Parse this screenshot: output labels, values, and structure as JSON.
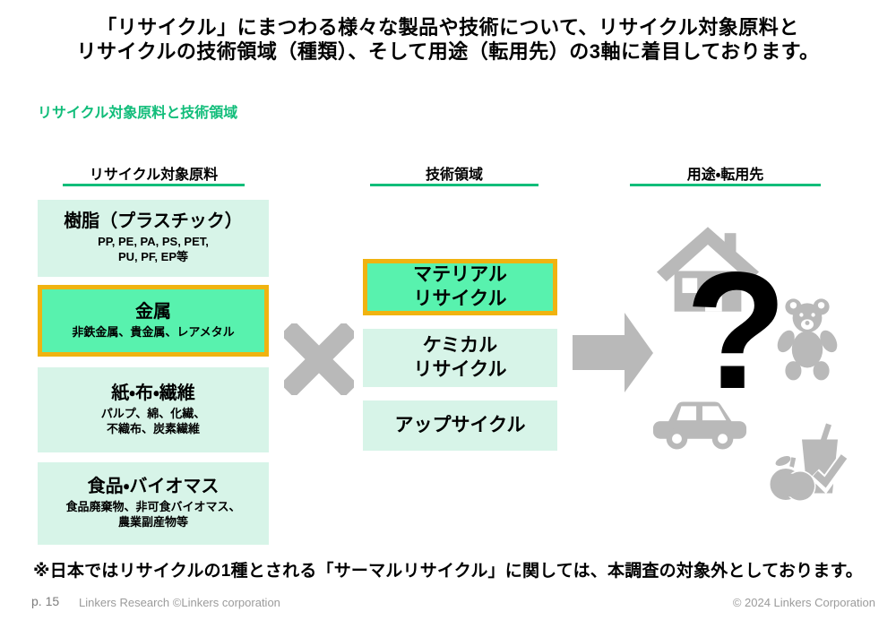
{
  "title": {
    "line1": "「リサイクル」にまつわる様々な製品や技術について、リサイクル対象原料と",
    "line2": "リサイクルの技術領域（種類）、そして用途（転用先）の3軸に着目しております。"
  },
  "section_label": "リサイクル対象原料と技術領域",
  "columns": {
    "materials": {
      "header": "リサイクル対象原料",
      "boxes": [
        {
          "title": "樹脂（プラスチック）",
          "sub_lines": [
            "PP, PE, PA, PS, PET,",
            "PU, PF, EP等"
          ],
          "highlighted": false
        },
        {
          "title": "金属",
          "sub_lines": [
            "非鉄金属、貴金属、レアメタル"
          ],
          "highlighted": true
        },
        {
          "title": "紙・布・繊維",
          "sub_lines": [
            "パルプ、綿、化繊、",
            "不織布、炭素繊維"
          ],
          "highlighted": false
        },
        {
          "title": "食品・バイオマス",
          "sub_lines": [
            "食品廃棄物、非可食バイオマス、",
            "農業副産物等"
          ],
          "highlighted": false
        }
      ]
    },
    "technologies": {
      "header": "技術領域",
      "boxes": [
        {
          "lines": [
            "マテリアル",
            "リサイクル"
          ],
          "highlighted": true
        },
        {
          "lines": [
            "ケミカル",
            "リサイクル"
          ],
          "highlighted": false
        },
        {
          "lines": [
            "アップサイクル"
          ],
          "highlighted": false
        }
      ]
    },
    "applications": {
      "header": "用途・転用先",
      "question_mark": "?",
      "icons": [
        "house-icon",
        "teddy-bear-icon",
        "car-icon",
        "food-waste-icon"
      ]
    }
  },
  "note": "※日本ではリサイクルの1種とされる「サーマルリサイクル」に関しては、本調査の対象外としております。",
  "footer": {
    "page": "p. 15",
    "credit_left": "Linkers Research ©Linkers corporation",
    "credit_right": "© 2024 Linkers Corporation"
  },
  "colors": {
    "accent_green": "#11bd7a",
    "light_mint": "#d7f4e8",
    "bright_mint": "#58f2ae",
    "highlight_border": "#f0b310",
    "graphic_gray": "#b9b9b9"
  }
}
